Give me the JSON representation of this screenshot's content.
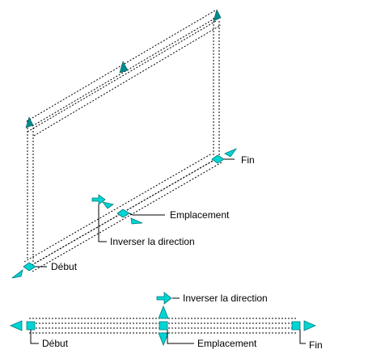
{
  "labels": {
    "fin": "Fin",
    "emplacement": "Emplacement",
    "inverser": "Inverser la direction",
    "debut": "Début"
  },
  "plan_labels": {
    "inverser": "Inverser la direction",
    "debut": "Début",
    "emplacement": "Emplacement",
    "fin": "Fin"
  },
  "colors": {
    "grip_fill": "#00d4d4",
    "grip_stroke": "#007a7a",
    "line": "#000000",
    "background": "#ffffff"
  },
  "icons": {
    "end_grip": "diamond",
    "location_grip": "diamond",
    "flip_grip": "arrow-right",
    "stretch_grip": "triangle"
  }
}
